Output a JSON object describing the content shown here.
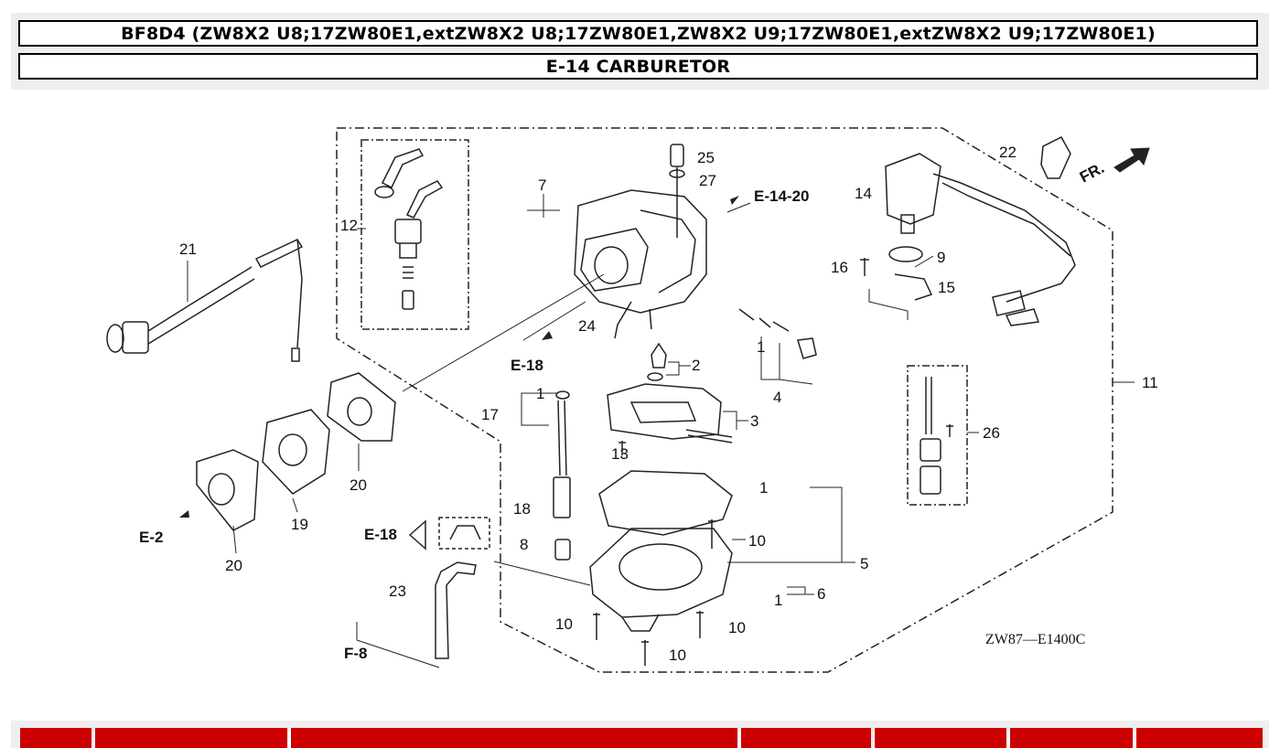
{
  "header": {
    "model_title": "BF8D4 (ZW8X2 U8;17ZW80E1,extZW8X2 U8;17ZW80E1,ZW8X2 U9;17ZW80E1,extZW8X2 U9;17ZW80E1)",
    "section_title": "E-14 CARBURETOR"
  },
  "diagram": {
    "drawing_code": "ZW87—E1400C",
    "front_marker": "FR.",
    "refs": {
      "e14_20": "E-14-20",
      "e18_top": "E-18",
      "e18_mid": "E-18",
      "e2": "E-2",
      "f8": "F-8"
    },
    "callouts": {
      "c1a": "1",
      "c1b": "1",
      "c1c": "1",
      "c1d": "1",
      "c2": "2",
      "c3": "3",
      "c4": "4",
      "c5": "5",
      "c6": "6",
      "c7": "7",
      "c8": "8",
      "c9": "9",
      "c10a": "10",
      "c10b": "10",
      "c10c": "10",
      "c10d": "10",
      "c11": "11",
      "c12": "12",
      "c13": "13",
      "c14": "14",
      "c15": "15",
      "c16": "16",
      "c17": "17",
      "c18": "18",
      "c19": "19",
      "c20a": "20",
      "c20b": "20",
      "c21": "21",
      "c22": "22",
      "c23": "23",
      "c24": "24",
      "c25": "25",
      "c26": "26",
      "c27": "27"
    }
  },
  "colors": {
    "table_header_bg": "#cc0000",
    "header_band_bg": "#eeeeee"
  }
}
